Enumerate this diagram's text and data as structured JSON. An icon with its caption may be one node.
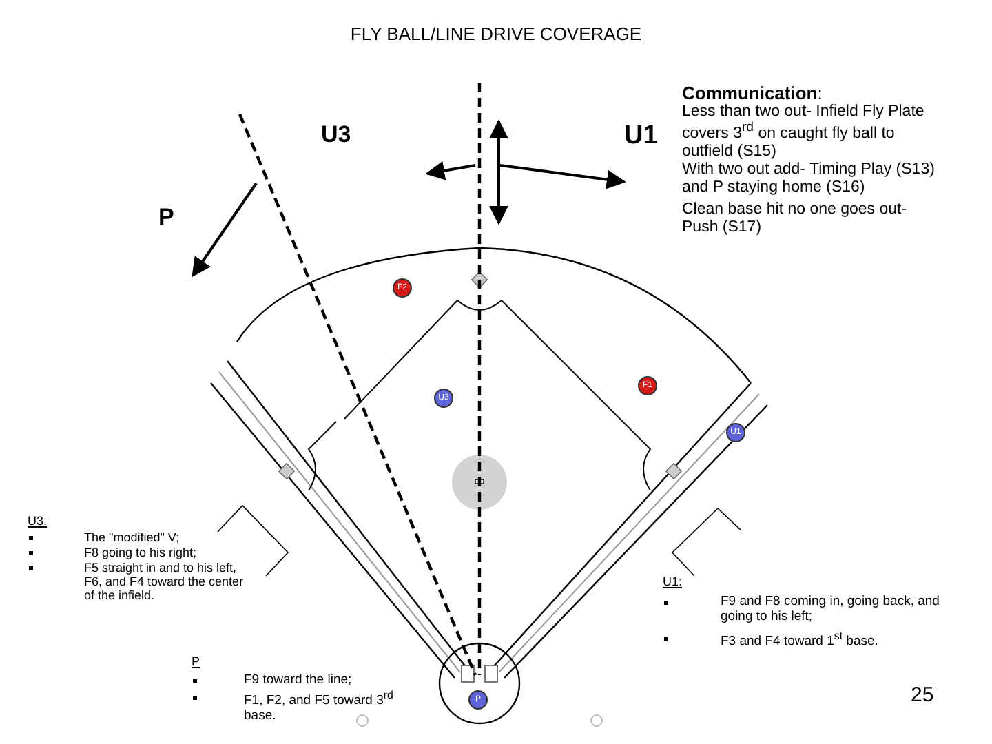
{
  "diagram": {
    "title": "FLY BALL/LINE DRIVE COVERAGE",
    "nodes": [
      {
        "text": [
          "F2"
        ]
      },
      {
        "text": [
          "F1"
        ]
      },
      {
        "text": [
          "U3"
        ]
      },
      {
        "text": [
          "U1"
        ]
      },
      {
        "text": [
          "P"
        ]
      }
    ],
    "labels": [
      "U3",
      "U1",
      "P",
      "**Communication**:",
      "Less than two out- Infield Fly Plate covers 3$^{rd}$ on caught fly ball to outfield (S15)",
      "With two out add- Timing Play (S13) and P staying home (S16)",
      "Clean base hit no one goes out- Push (S17)",
      "U3:",
      "The \"modified\" V;",
      "F8 going to his right;",
      "F5 straight in and to his left, F6, and F4 toward the center of the infield.",
      "U1:",
      "F9 and F8 coming in, going back, and going to his left;",
      "F3 and F4 toward 1$^{st}$ base.",
      "P",
      "F9 toward the line;",
      "F1, F2, and F5 toward 3$^{rd}$ base.",
      "25"
    ]
  }
}
